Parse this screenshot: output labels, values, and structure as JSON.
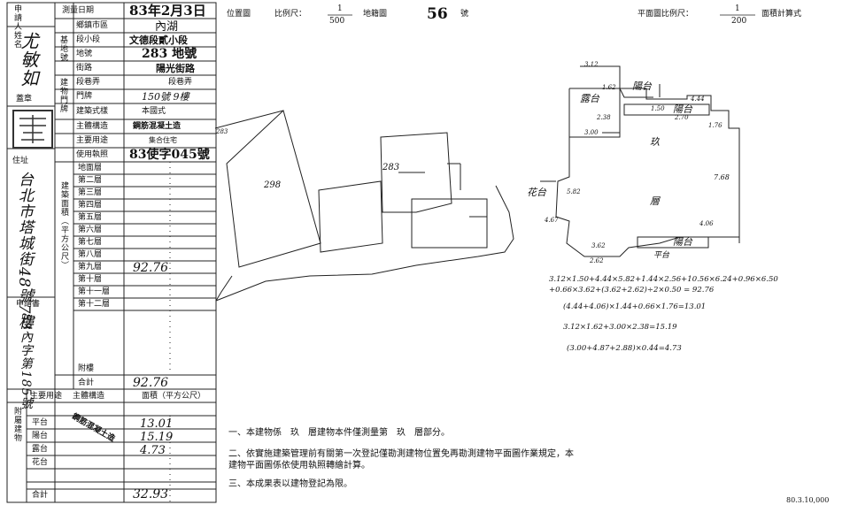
{
  "left_col": {
    "applicant_label": "申請人姓名",
    "applicant_name": "尤敏如",
    "seal_label": "蓋章",
    "address_label": "住址",
    "address_value": "台北市塔城街48號7樓",
    "application_label": "申請書",
    "application_no": "83內字第185號"
  },
  "form": {
    "survey_date_label": "測量日期",
    "survey_date_value": "83年2月3日",
    "district_label": "鄉鎮市區",
    "district_value": "內湖",
    "base_number_label": "基地號",
    "section_label": "段小段",
    "section_value": "文德段貳小段",
    "lot_label": "地號",
    "lot_value": "283 地號",
    "building_number_label": "建物門牌",
    "street_label": "街路",
    "street_value": "陽光街路",
    "lane_label": "段巷弄",
    "lane_value": "段巷弄",
    "door_label": "門牌",
    "door_value": "150號 9樓",
    "style_label": "建築式樣",
    "style_value": "本國式",
    "structure_label": "主體構造",
    "structure_value": "鋼筋混凝土造",
    "use_label": "主要用途",
    "use_value": "集合住宅",
    "license_label": "使用執照",
    "license_value": "83使字045號",
    "area_group_label": "建築面積（平方公尺）",
    "floors": [
      "地面層",
      "第二層",
      "第三層",
      "第四層",
      "第五層",
      "第六層",
      "第七層",
      "第八層",
      "第九層",
      "第十層",
      "第十一層",
      "第十二層"
    ],
    "floor_nine_value": "92.76",
    "auxiliary_label": "附樓",
    "total_label": "合計",
    "total_value": "92.76"
  },
  "annex": {
    "side_label": "附屬建物",
    "main_use_label": "主要用途",
    "structure_label": "主體構造",
    "area_label": "面積（平方公尺）",
    "structure_value": "鋼筋混凝土造",
    "rows": [
      {
        "use": "平台",
        "area": "13.01"
      },
      {
        "use": "陽台",
        "area": "15.19"
      },
      {
        "use": "露台",
        "area": "4.73"
      },
      {
        "use": "花台",
        "area": ""
      }
    ],
    "total_label": "合計",
    "total_value": "32.93"
  },
  "location_map": {
    "title": "位置圖",
    "scale_label": "比例尺：",
    "scale_num": "1",
    "scale_den": "500",
    "sheet_label": "地籍圖",
    "sheet_no": "56",
    "sheet_suffix": "號",
    "lot_labels": [
      "298",
      "283",
      "283"
    ]
  },
  "floor_plan": {
    "title": "平面圖比例尺：",
    "scale_num": "1",
    "scale_den": "200",
    "suffix": "面積計算式",
    "labels": [
      "露台",
      "陽台",
      "陽台",
      "陽台",
      "玖",
      "層",
      "花台",
      "平台"
    ],
    "dims": [
      "3.12",
      "1.62",
      "1.50",
      "4.44",
      "3.00",
      "2.38",
      "2.70",
      "1.76",
      "7.68",
      "4.06",
      "3.62",
      "2.62",
      "4.67",
      "5.82"
    ]
  },
  "calculations": [
    "3.12×1.50+4.44×5.82+1.44×2.56+10.56×6.24+0.96×6.50",
    "+0.66×3.62+(3.62+2.62)÷2×0.50 = 92.76",
    "(4.44+4.06)×1.44+0.66×1.76=13.01",
    "3.12×1.62+3.00×2.38=15.19",
    "(3.00+4.87+2.88)×0.44=4.73"
  ],
  "notes": [
    "一、本建物係　玖　層建物本件僅測量第　玖　層部分。",
    "二、依實施建築管理前有關第一次登記僅勘測建物位置免再勘測建物平面圖作業規定，本建物平面圖係依使用執照轉繪計算。",
    "三、本成果表以建物登記為限。"
  ],
  "footer": "80.3.10,000"
}
